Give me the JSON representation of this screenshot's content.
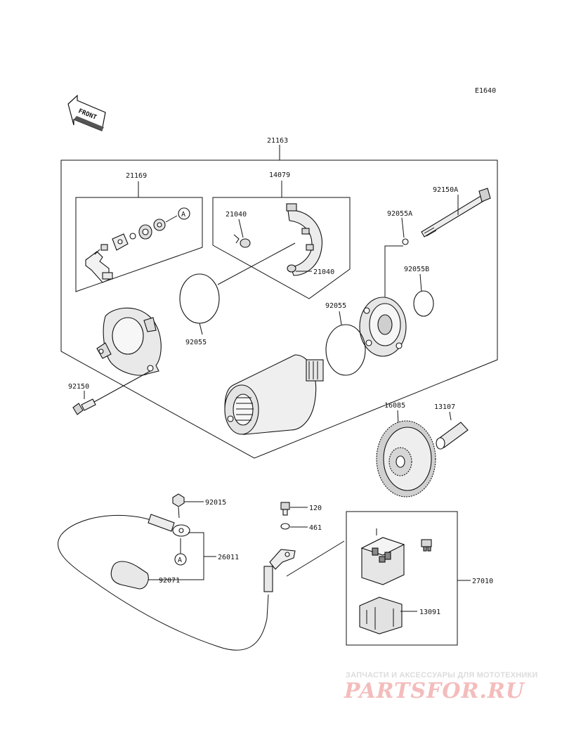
{
  "diagram_code": "E1640",
  "front_label": "FRONT",
  "circle_ref": "A",
  "parts": {
    "p21163": "21163",
    "p21169": "21169",
    "p14079": "14079",
    "p21040_top": "21040",
    "p21040_bottom": "21040",
    "p92150A": "92150A",
    "p92055A": "92055A",
    "p92055B": "92055B",
    "p92055_left": "92055",
    "p92055_right": "92055",
    "p92150": "92150",
    "p16085": "16085",
    "p13107": "13107",
    "p92015": "92015",
    "p26011": "26011",
    "p92071": "92071",
    "p120": "120",
    "p461": "461",
    "p27010": "27010",
    "p13091": "13091"
  },
  "watermark": {
    "tagline": "ЗАПЧАСТИ И АКСЕССУАРЫ ДЛЯ МОТОТЕХНИКИ",
    "logo": "PARTSFOR.RU"
  }
}
